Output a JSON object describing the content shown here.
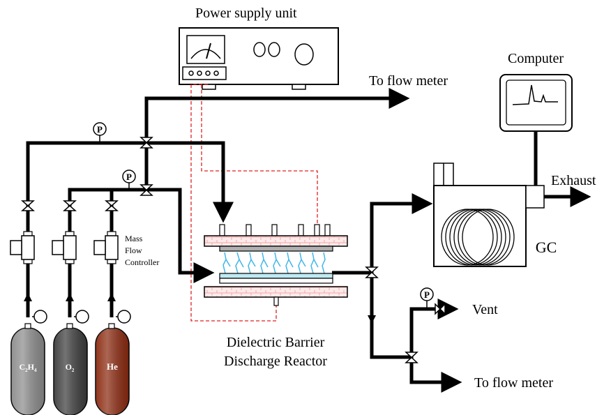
{
  "labels": {
    "power_supply": "Power supply unit",
    "to_flow_meter_top": "To flow meter",
    "computer": "Computer",
    "exhaust": "Exhaust",
    "gc": "GC",
    "mass_flow_line1": "Mass",
    "mass_flow_line2": "Flow",
    "mass_flow_line3": "Controller",
    "reactor_line1": "Dielectric Barrier",
    "reactor_line2": "Discharge Reactor",
    "vent": "Vent",
    "to_flow_meter_bottom": "To flow meter",
    "pressure_gauge": "P"
  },
  "cylinders": [
    {
      "name": "C2H4",
      "label_main": "C",
      "sub1": "2",
      "mid": "H",
      "sub2": "4",
      "color": "#8c8c8c"
    },
    {
      "name": "O2",
      "label_main": "O",
      "sub1": "2",
      "mid": "",
      "sub2": "",
      "color": "#3d3d3d"
    },
    {
      "name": "He",
      "label_main": "He",
      "sub1": "",
      "mid": "",
      "sub2": "",
      "color": "#8b2a10"
    }
  ],
  "colors": {
    "electrical_wire": "#e02020",
    "brick_fill": "#fdeaea",
    "plasma": "#3fb6e8",
    "dielectric": "#bfe9f2"
  }
}
